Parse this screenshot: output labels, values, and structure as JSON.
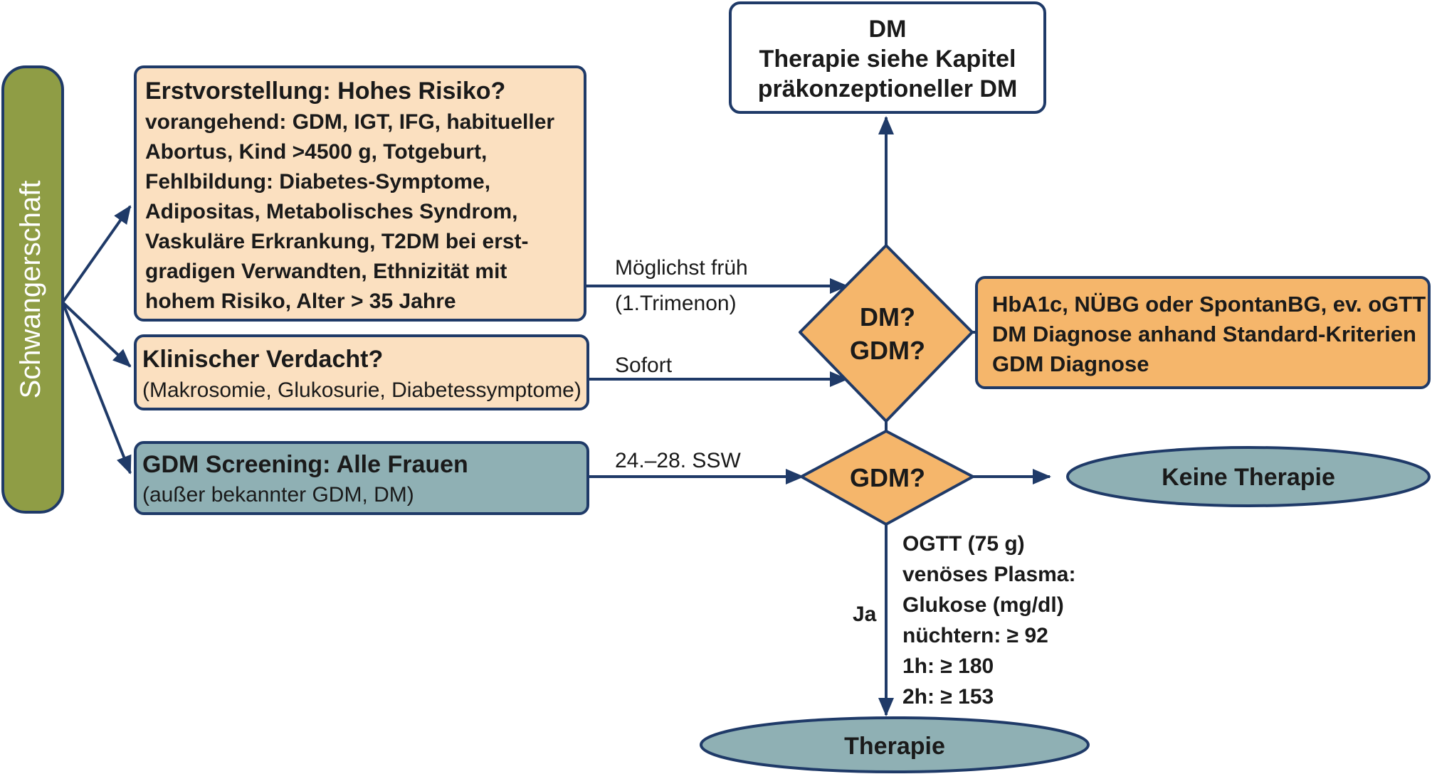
{
  "colors": {
    "navy": "#1f3a68",
    "peach_fill": "#fbe0c0",
    "orange_fill": "#f5b66b",
    "teal_fill": "#8fb0b4",
    "green_fill": "#8f9d45",
    "white": "#ffffff"
  },
  "pregnancy_bar": {
    "label": "Schwangerschaft"
  },
  "box_first_visit": {
    "title": "Erstvorstellung: Hohes Risiko?",
    "lines": [
      "vorangehend: GDM, IGT, IFG, habitueller",
      "Abortus, Kind >4500 g, Totgeburt,",
      "Fehlbildung: Diabetes-Symptome,",
      "Adipositas, Metabolisches Syndrom,",
      "Vaskuläre Erkrankung, T2DM bei erst-",
      "gradigen Verwandten, Ethnizität mit",
      "hohem Risiko, Alter > 35 Jahre"
    ]
  },
  "box_clinical": {
    "title": "Klinischer Verdacht?",
    "subtitle": "(Makrosomie, Glukosurie, Diabetessymptome)"
  },
  "box_screening": {
    "title": "GDM Screening: Alle Frauen",
    "subtitle": "(außer bekannter GDM, DM)"
  },
  "box_dm": {
    "lines": [
      "DM",
      "Therapie siehe Kapitel",
      "präkonzeptioneller DM"
    ]
  },
  "box_diagnostics": {
    "lines": [
      "HbA1c, NÜBG oder SpontanBG, ev. oGTT",
      "DM Diagnose anhand Standard-Kriterien",
      "GDM Diagnose"
    ]
  },
  "diamond_dm_gdm": {
    "lines": [
      "DM?",
      "GDM?"
    ]
  },
  "diamond_gdm": {
    "label": "GDM?"
  },
  "oval_no_therapy": {
    "label": "Keine Therapie"
  },
  "oval_therapy": {
    "label": "Therapie"
  },
  "edge_labels": {
    "early_1": "Möglichst früh",
    "early_2": "(1.Trimenon)",
    "immediately": "Sofort",
    "weeks": "24.–28. SSW",
    "yes": "Ja"
  },
  "ogtt_criteria": {
    "lines": [
      "OGTT (75 g)",
      "venöses Plasma:",
      "Glukose (mg/dl)",
      "nüchtern: ≥ 92",
      "1h: ≥ 180",
      "2h: ≥ 153"
    ]
  }
}
